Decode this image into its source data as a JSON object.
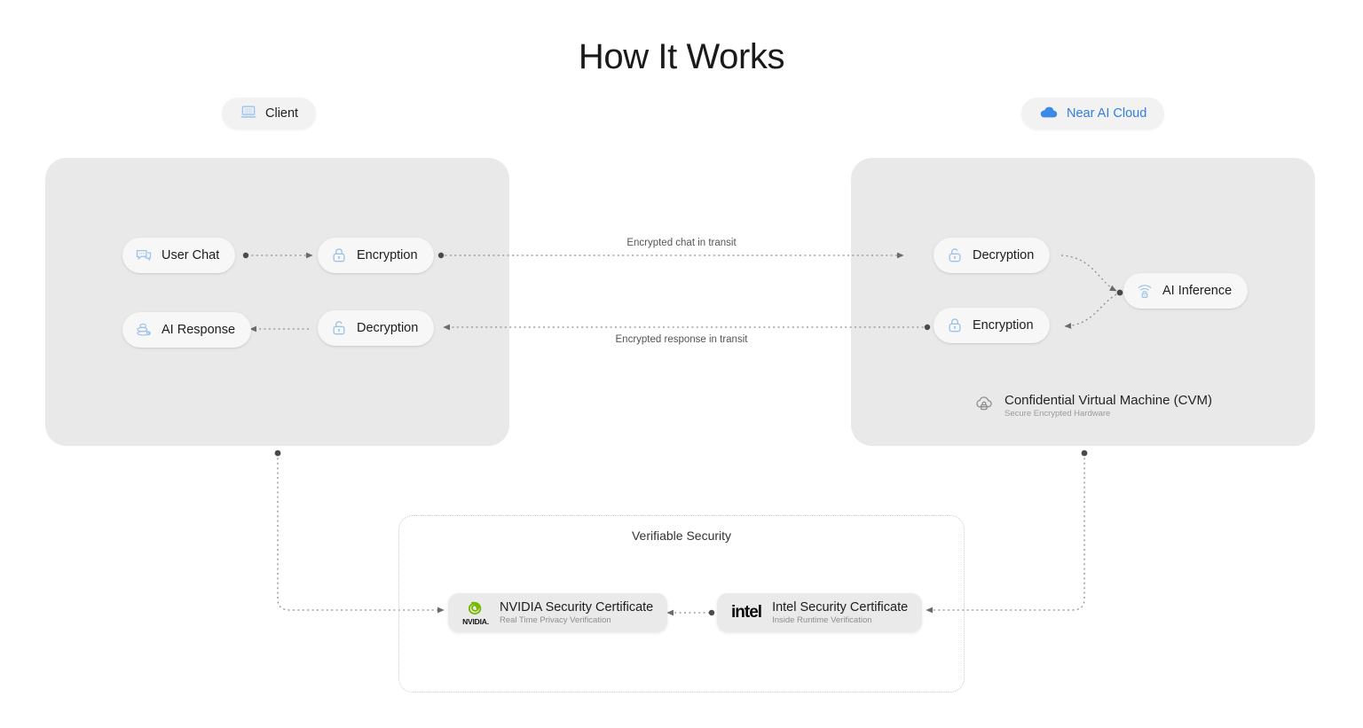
{
  "page": {
    "title": "How It Works",
    "background": "#ffffff"
  },
  "colors": {
    "panel_bg": "#e9e9e9",
    "node_bg": "#f7f7f7",
    "accent_blue": "#2f7fe0",
    "icon_blue": "#9cc2ea",
    "nvidia_green": "#76b900",
    "dotted_line": "#b0b0b0",
    "muted_text": "#8e8e8e"
  },
  "badges": {
    "client": {
      "label": "Client",
      "icon": "laptop-icon"
    },
    "cloud": {
      "label": "Near AI Cloud",
      "icon": "cloud-icon"
    }
  },
  "client_panel": {
    "nodes": [
      {
        "label": "User Chat",
        "icon": "chat-bubble-icon"
      },
      {
        "label": "Encryption",
        "icon": "lock-closed-icon"
      },
      {
        "label": "AI Response",
        "icon": "ai-response-stack-icon"
      },
      {
        "label": "Decryption",
        "icon": "lock-open-icon"
      }
    ]
  },
  "cloud_panel": {
    "nodes": [
      {
        "label": "Decryption",
        "icon": "lock-open-icon"
      },
      {
        "label": "Encryption",
        "icon": "lock-closed-icon"
      },
      {
        "label": "AI Inference",
        "icon": "wifi-lock-icon"
      }
    ],
    "cvm": {
      "title": "Confidential Virtual Machine (CVM)",
      "subtitle": "Secure Encrypted Hardware",
      "icon": "cloud-lock-icon"
    }
  },
  "transit": {
    "chat": "Encrypted chat in transit",
    "response": "Encrypted response in transit"
  },
  "verifiable_security": {
    "title": "Verifiable Security",
    "certificates": [
      {
        "title": "NVIDIA Security Certificate",
        "subtitle": "Real Time Privacy Verification",
        "logo": "nvidia-logo",
        "wordmark": "NVIDIA."
      },
      {
        "title": "Intel Security Certificate",
        "subtitle": "Inside Runtime Verification",
        "logo": "intel-logo",
        "wordmark": "intel"
      }
    ]
  }
}
